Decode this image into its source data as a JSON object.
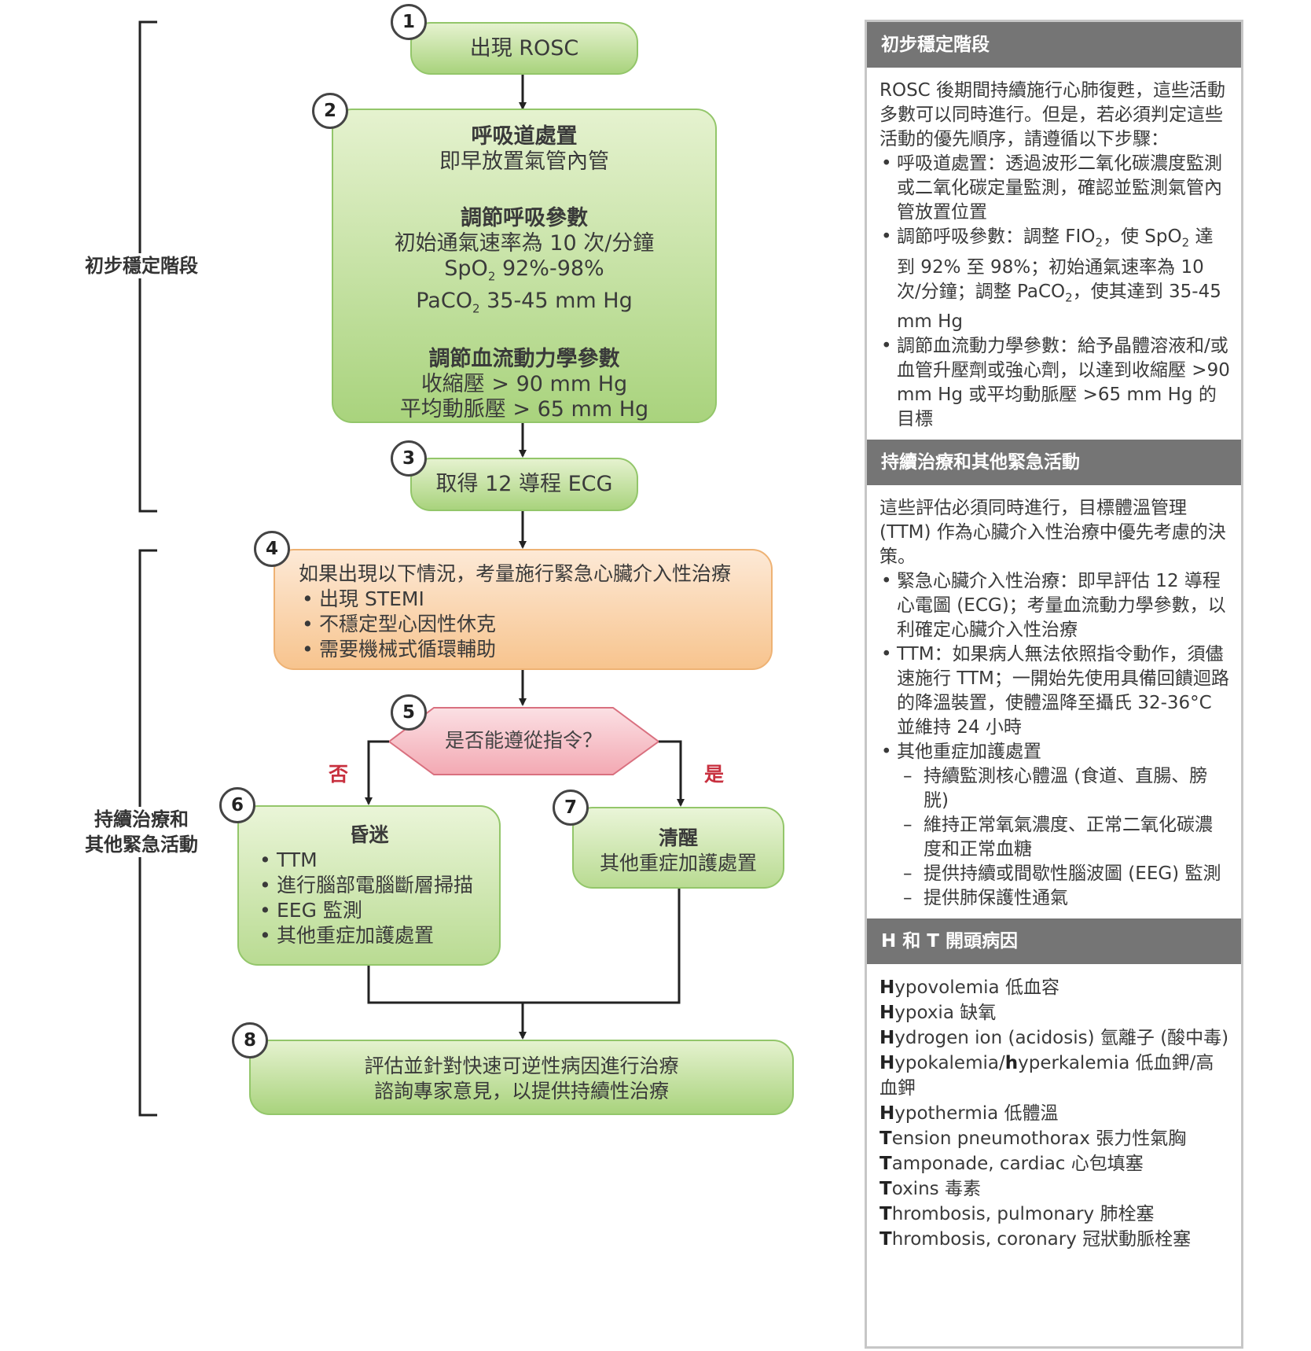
{
  "flow": {
    "step1": {
      "num": "1",
      "text": "出現 ROSC"
    },
    "step2": {
      "num": "2",
      "airway_title": "呼吸道處置",
      "airway_text": "即早放置氣管內管",
      "vent_title": "調節呼吸參數",
      "vent_line1": "初始通氣速率為 10 次/分鐘",
      "vent_spo2_a": "SpO",
      "vent_spo2_sub": "2",
      "vent_spo2_b": " 92%-98%",
      "vent_paco2_a": "PaCO",
      "vent_paco2_sub": "2",
      "vent_paco2_b": " 35-45 mm Hg",
      "hemo_title": "調節血流動力學參數",
      "hemo_line1": "收縮壓 > 90 mm Hg",
      "hemo_line2": "平均動脈壓 > 65 mm Hg"
    },
    "step3": {
      "num": "3",
      "text": "取得 12 導程 ECG"
    },
    "step4": {
      "num": "4",
      "intro": "如果出現以下情況，考量施行緊急心臟介入性治療",
      "items": [
        "出現 STEMI",
        "不穩定型心因性休克",
        "需要機械式循環輔助"
      ]
    },
    "step5": {
      "num": "5",
      "text": "是否能遵從指令？",
      "no_label": "否",
      "yes_label": "是"
    },
    "step6": {
      "num": "6",
      "title": "昏迷",
      "items": [
        "TTM",
        "進行腦部電腦斷層掃描",
        "EEG 監測",
        "其他重症加護處置"
      ]
    },
    "step7": {
      "num": "7",
      "title": "清醒",
      "text": "其他重症加護處置"
    },
    "step8": {
      "num": "8",
      "line1": "評估並針對快速可逆性病因進行治療",
      "line2": "諮詢專家意見，以提供持續性治療"
    },
    "phase1_label": "初步穩定階段",
    "phase2_label_line1": "持續治療和",
    "phase2_label_line2": "其他緊急活動"
  },
  "sidebar": {
    "s1": {
      "header": "初步穩定階段",
      "intro": "ROSC 後期間持續施行心肺復甦，這些活動多數可以同時進行。但是，若必須判定這些活動的優先順序，請遵循以下步驟：",
      "b1": "呼吸道處置：透過波形二氧化碳濃度監測或二氧化碳定量監測，確認並監測氣管內管放置位置",
      "b2_a": "調節呼吸參數：調整 FIO",
      "b2_sub1": "2",
      "b2_b": "，使 SpO",
      "b2_sub2": "2",
      "b2_c": " 達到 92% 至 98%；初始通氣速率為 10 次/分鐘；調整 PaCO",
      "b2_sub3": "2",
      "b2_d": "，使其達到 35-45 mm Hg",
      "b3": "調節血流動力學參數：給予晶體溶液和/或血管升壓劑或強心劑，以達到收縮壓 >90 mm Hg 或平均動脈壓 >65 mm Hg 的目標"
    },
    "s2": {
      "header": "持續治療和其他緊急活動",
      "intro": "這些評估必須同時進行，目標體溫管理 (TTM) 作為心臟介入性治療中優先考慮的決策。",
      "b1": "緊急心臟介入性治療：即早評估 12 導程心電圖 (ECG)；考量血流動力學參數，以利確定心臟介入性治療",
      "b2": "TTM：如果病人無法依照指令動作，須儘速施行 TTM；一開始先使用具備回饋迴路的降溫裝置，使體溫降至攝氏 32-36°C 並維持 24 小時",
      "b3": "其他重症加護處置",
      "dashes": [
        "持續監測核心體溫 (食道、直腸、膀胱)",
        "維持正常氧氣濃度、正常二氧化碳濃度和正常血糖",
        "提供持續或間歇性腦波圖 (EEG) 監測",
        "提供肺保護性通氣"
      ]
    },
    "s3": {
      "header": "H 和 T 開頭病因",
      "items": [
        {
          "lead": "H",
          "rest": "ypovolemia 低血容"
        },
        {
          "lead": "H",
          "rest": "ypoxia 缺氧"
        },
        {
          "lead": "H",
          "rest": "ydrogen ion (acidosis) 氫離子 (酸中毒)"
        },
        {
          "lead": "H",
          "rest": "ypokalemia/",
          "lead2": "h",
          "rest2": "yperkalemia 低血鉀/高血鉀"
        },
        {
          "lead": "H",
          "rest": "ypothermia 低體溫"
        },
        {
          "lead": "T",
          "rest": "ension pneumothorax 張力性氣胸"
        },
        {
          "lead": "T",
          "rest": "amponade, cardiac 心包填塞"
        },
        {
          "lead": "T",
          "rest": "oxins 毒素"
        },
        {
          "lead": "T",
          "rest": "hrombosis, pulmonary 肺栓塞"
        },
        {
          "lead": "T",
          "rest": "hrombosis, coronary 冠狀動脈栓塞"
        }
      ]
    }
  }
}
